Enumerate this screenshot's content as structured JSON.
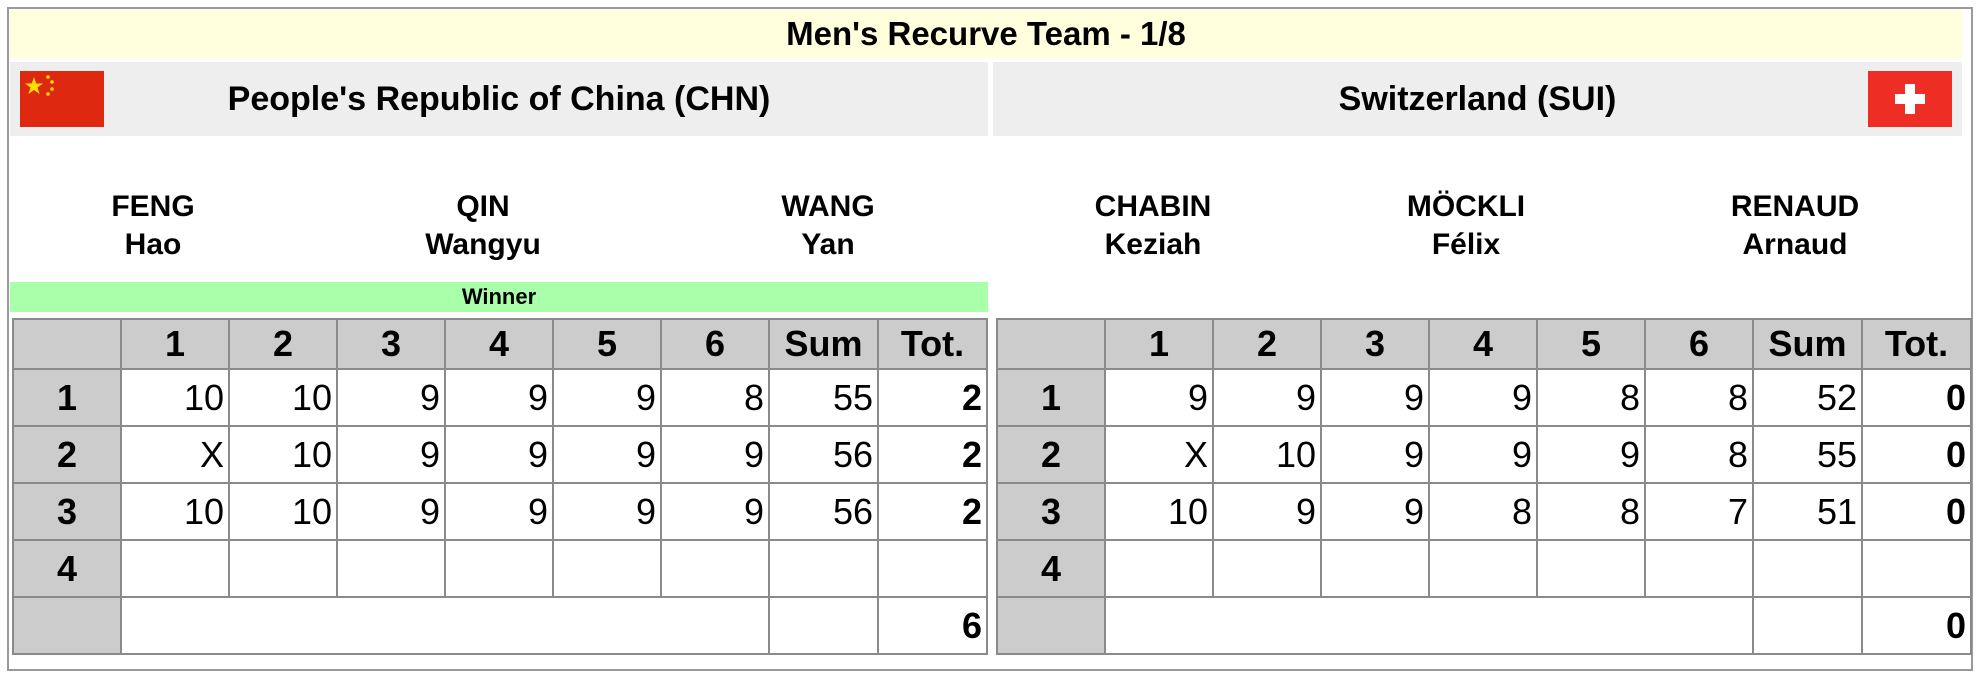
{
  "title": "Men's Recurve Team - 1/8",
  "left_team": {
    "name": "People's Republic of China (CHN)",
    "flag": "china-flag-icon",
    "athletes": [
      {
        "last": "FENG",
        "first": "Hao"
      },
      {
        "last": "QIN",
        "first": "Wangyu"
      },
      {
        "last": "WANG",
        "first": "Yan"
      }
    ],
    "winner_label": "Winner",
    "colors": {
      "flag_red": "#de2910",
      "flag_star": "#ffde00"
    }
  },
  "right_team": {
    "name": "Switzerland (SUI)",
    "flag": "switzerland-flag-icon",
    "athletes": [
      {
        "last": "CHABIN",
        "first": "Keziah"
      },
      {
        "last": "MÖCKLI",
        "first": "Félix"
      },
      {
        "last": "RENAUD",
        "first": "Arnaud"
      }
    ],
    "colors": {
      "flag_red": "#ee2e24",
      "flag_cross": "#ffffff"
    }
  },
  "table_headers": [
    "",
    "1",
    "2",
    "3",
    "4",
    "5",
    "6",
    "Sum",
    "Tot."
  ],
  "left_scores": {
    "rows": [
      {
        "set": "1",
        "arrows": [
          "10",
          "10",
          "9",
          "9",
          "9",
          "8"
        ],
        "sum": "55",
        "tot": "2"
      },
      {
        "set": "2",
        "arrows": [
          "X",
          "10",
          "9",
          "9",
          "9",
          "9"
        ],
        "sum": "56",
        "tot": "2"
      },
      {
        "set": "3",
        "arrows": [
          "10",
          "10",
          "9",
          "9",
          "9",
          "9"
        ],
        "sum": "56",
        "tot": "2"
      },
      {
        "set": "4",
        "arrows": [
          "",
          "",
          "",
          "",
          "",
          ""
        ],
        "sum": "",
        "tot": ""
      }
    ],
    "total": "6"
  },
  "right_scores": {
    "rows": [
      {
        "set": "1",
        "arrows": [
          "9",
          "9",
          "9",
          "9",
          "8",
          "8"
        ],
        "sum": "52",
        "tot": "0"
      },
      {
        "set": "2",
        "arrows": [
          "X",
          "10",
          "9",
          "9",
          "9",
          "8"
        ],
        "sum": "55",
        "tot": "0"
      },
      {
        "set": "3",
        "arrows": [
          "10",
          "9",
          "9",
          "8",
          "8",
          "7"
        ],
        "sum": "51",
        "tot": "0"
      },
      {
        "set": "4",
        "arrows": [
          "",
          "",
          "",
          "",
          "",
          ""
        ],
        "sum": "",
        "tot": ""
      }
    ],
    "total": "0"
  },
  "colors": {
    "title_bg": "#ffffdd",
    "team_header_bg": "#eeeeee",
    "winner_bg": "#aaffaa",
    "table_header_bg": "#cccccc",
    "border": "#8a8a8a"
  }
}
